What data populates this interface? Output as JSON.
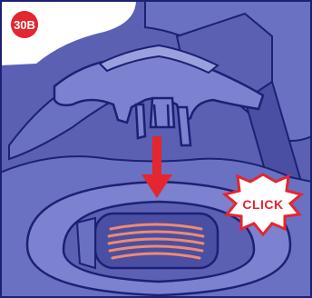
{
  "step": {
    "label": "30B",
    "badge_color": "#e3262f"
  },
  "callout": {
    "label": "CLICK",
    "text_color": "#e3262f",
    "burst_outline": "#e3262f",
    "burst_fill": "#ffffff"
  },
  "arrow": {
    "color": "#e3262f",
    "direction": "down"
  },
  "palette": {
    "background": "#5b60b3",
    "panel_light": "#7c82cf",
    "panel_mid": "#6a70c2",
    "outline": "#1d2073",
    "highlight": "#9aa0de",
    "stripe": "#f08a6e"
  }
}
